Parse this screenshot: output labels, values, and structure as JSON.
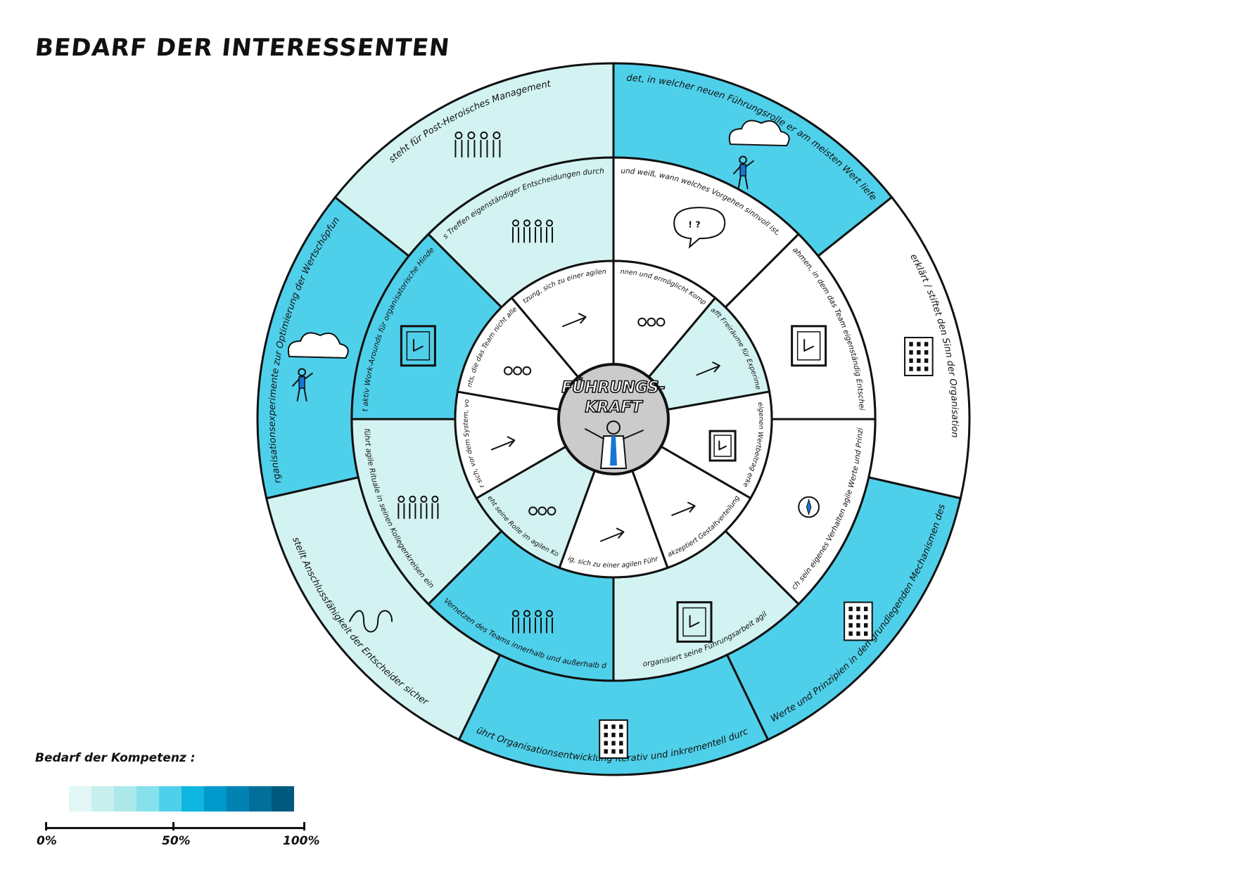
{
  "title": "BEDARF DER INTERESSENTEN",
  "center_label": [
    "FÜHRUNGS-",
    "KRAFT"
  ],
  "legend": {
    "title": "Bedarf der Kompetenz :",
    "scale": [
      "#e2f6f5",
      "#c8f0ef",
      "#ade9eb",
      "#86e1ea",
      "#4fd0ea",
      "#0fb6e0",
      "#0099cb",
      "#0083b3",
      "#006f99",
      "#005a7e"
    ],
    "ticks": [
      "0%",
      "50%",
      "100%"
    ]
  },
  "colors": {
    "outline": "#111111",
    "pale": "#d2f3f2",
    "strong": "#4fd0ea",
    "white": "#ffffff",
    "center": "#cbcbcb",
    "ink": "#111111",
    "accent_blue": "#1676d6"
  },
  "outer_ring": [
    {
      "text": "entscheidet, in welcher neuen Führungsrolle er am meisten Wert liefern kann",
      "fill": "strong",
      "icon": "ladder-thought-icon"
    },
    {
      "text": "erklärt / stiftet den Sinn der Organisation",
      "fill": "white",
      "icon": "building-idea-icon"
    },
    {
      "text": "verankert agile Werte und Prinzipien in den grundlegenden Mechanismen des Unternehmens",
      "fill": "strong",
      "icon": "compass-building-icon"
    },
    {
      "text": "führt Organisationsentwicklung iterativ und inkrementell durch",
      "fill": "strong",
      "icon": "spiral-building-icon"
    },
    {
      "text": "stellt Anschlussfähigkeit der Entscheider sicher",
      "fill": "pale",
      "icon": "connection-icon"
    },
    {
      "text": "führt Organisationsexperimente zur Optimierung der Wertschöpfung durch",
      "fill": "strong",
      "icon": "experiment-icon"
    },
    {
      "text": "steht für Post-Heroisches Management",
      "fill": "pale",
      "icon": "team-hands-icon"
    }
  ],
  "middle_ring": [
    {
      "text": "kennt verschiedene Delegationslevel, wendet sie an und weiß, wann welches Vorgehen sinnvoll ist, mit der Prämisse, möglichst viele Freiräume zu geben",
      "fill": "white",
      "icon": "delegation-bubble-icon"
    },
    {
      "text": "gibt einen Rahmen, in dem das Team eigenständig Entscheidungen trifft",
      "fill": "white",
      "icon": "frame-icon"
    },
    {
      "text": "lebt durch sein eigenes Verhalten agile Werte und Prinzipien vor",
      "fill": "white",
      "icon": "compass-shirt-icon"
    },
    {
      "text": "organisiert seine Führungsarbeit agil",
      "fill": "pale",
      "icon": "kanban-icon"
    },
    {
      "text": "unterstützt das Vernetzen des Teams innerhalb und außerhalb der Organisation",
      "fill": "strong",
      "icon": "network-icon"
    },
    {
      "text": "führt agile Rituale in seinen Kollegenkreisen ein",
      "fill": "pale",
      "icon": "rituals-icon"
    },
    {
      "text": "schafft aktiv Work-Arounds für organisatorische Hindernisse",
      "fill": "strong",
      "icon": "workaround-icon"
    },
    {
      "text": "fördert das Treffen eigenständiger Entscheidungen durch das Team",
      "fill": "pale",
      "icon": "decision-team-icon"
    }
  ],
  "inner_ring": [
    {
      "text": "mehrt das Können und ermöglicht Kompetenzaufbau",
      "fill": "white",
      "icon": "puzzle-icon"
    },
    {
      "text": "schafft Freiräume für Experimente",
      "fill": "pale",
      "icon": "explore-icon"
    },
    {
      "text": "kann eigenen Wertbeitrag erkennen",
      "fill": "white",
      "icon": "value-board-icon"
    },
    {
      "text": "akzeptiert Gestaltverteilung",
      "fill": "white",
      "icon": "flag-icon"
    },
    {
      "text": "entscheidet sich freiwillig, sich zu einer agilen Führungskraft zu entwickeln",
      "fill": "white",
      "icon": "choice-icon"
    },
    {
      "text": "versteht seine Rolle im agilen Kontext",
      "fill": "pale",
      "icon": "cogs-icon"
    },
    {
      "text": "Schützt das Team vor sich, vor dem System, vor äußeren Einflüssen",
      "fill": "white",
      "icon": "shield-icon"
    },
    {
      "text": "löst Impediments, die das Team nicht allein lösen kann",
      "fill": "white",
      "icon": "impediment-icon"
    },
    {
      "text": "praktiziert Bi-Führung – die Voraussetzung, sich zu einer agilen Führungskraft entwickeln zu können",
      "fill": "white",
      "icon": "arrow-leader-icon"
    }
  ]
}
